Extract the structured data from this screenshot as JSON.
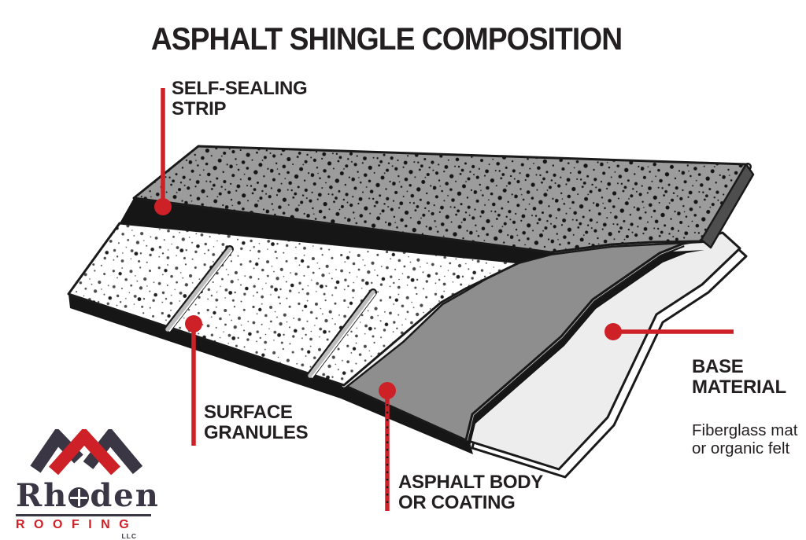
{
  "title": "ASPHALT SHINGLE COMPOSITION",
  "labels": {
    "self_sealing_strip": "SELF-SEALING\nSTRIP",
    "surface_granules": "SURFACE\nGRANULES",
    "asphalt_body": "ASPHALT BODY\nOR COATING",
    "base_material": "BASE\nMATERIAL",
    "base_material_sub": "Fiberglass mat\nor organic felt"
  },
  "diagram": {
    "type": "exploded-shingle-cutaway",
    "layers_front_to_back": [
      "surface granules",
      "self-sealing strip",
      "asphalt body or coating",
      "base material"
    ]
  },
  "logo": {
    "name_prefix": "Rh",
    "name_suffix": "den",
    "subtitle": "ROOFING",
    "suffix": "LLC",
    "roof_icon": "three-gable-chevrons",
    "gear_icon": "gear-as-letter-o"
  },
  "theme": {
    "red": "#ce2027",
    "ink": "#231f20",
    "logo-dark": "#3b3644",
    "granule-top": "#9c9c9c",
    "asphalt-gray": "#8e8e8e",
    "base-light": "#ededed",
    "strip-black": "#161616"
  }
}
